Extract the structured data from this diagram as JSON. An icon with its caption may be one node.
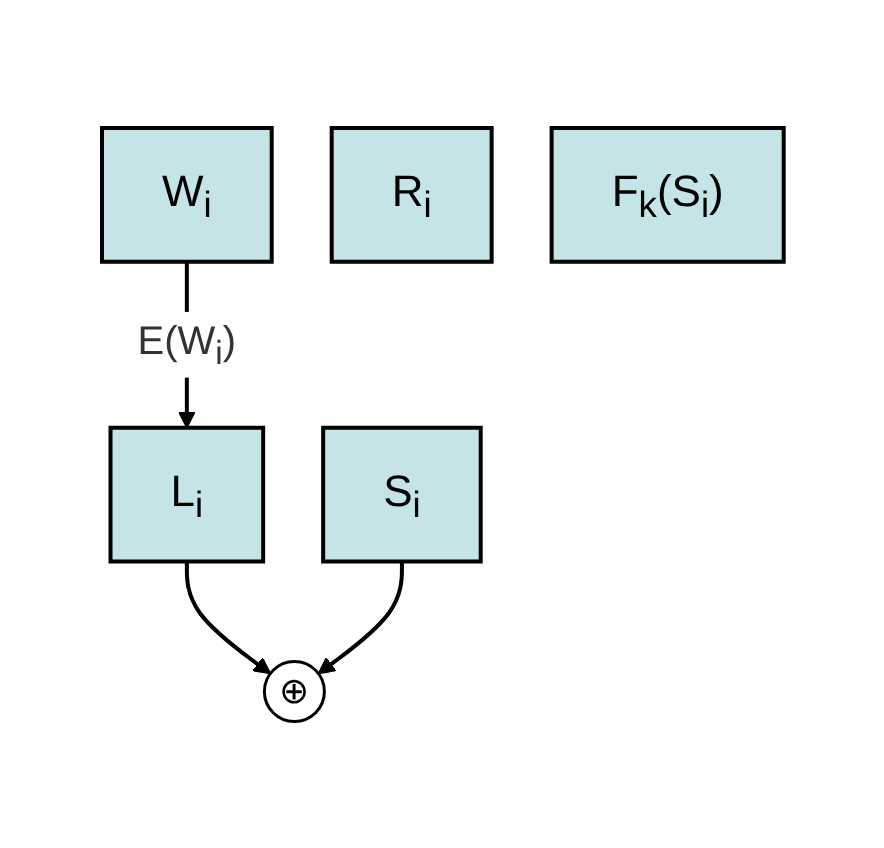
{
  "diagram": {
    "nodes": [
      {
        "text": [
          "W$_{i}$"
        ]
      },
      {
        "text": [
          "L$_{i}$"
        ]
      },
      {
        "text": [
          "R$_{i}$"
        ]
      },
      {
        "text": [
          "⊕"
        ]
      },
      {
        "text": [
          "S$_{i}$"
        ]
      },
      {
        "text": [
          "F$_{k}$(S$_{i}$)"
        ]
      }
    ],
    "edges": [
      {
        "from": 0,
        "to": 1,
        "arrow": "to",
        "label": "E(W$_{i}$)"
      },
      {
        "from": 1,
        "to": 3,
        "arrow": "to"
      },
      {
        "from": 4,
        "to": 3,
        "arrow": "to"
      }
    ]
  }
}
